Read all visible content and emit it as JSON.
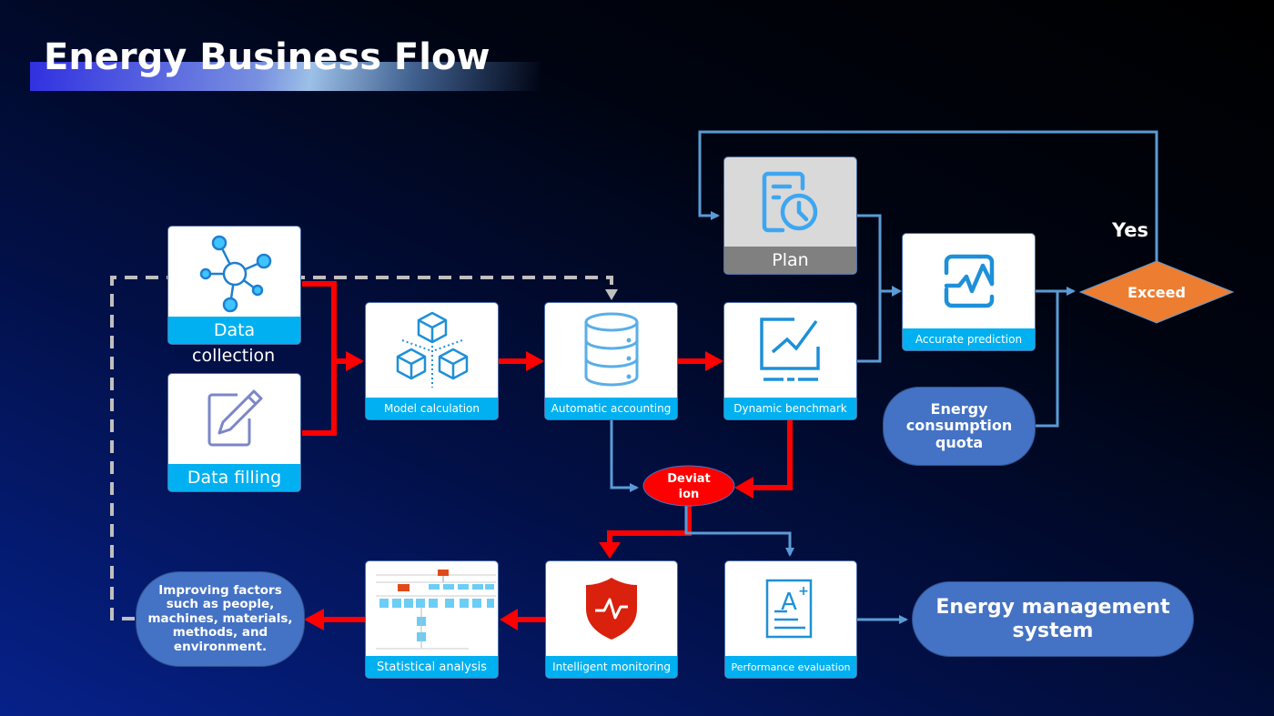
{
  "title": "Energy Business Flow",
  "nodes": {
    "data_collection": {
      "label_line1": "Data",
      "label_line2": "collection",
      "icon": "network-nodes-icon"
    },
    "data_filling": {
      "label": "Data filling",
      "icon": "edit-pencil-icon"
    },
    "model_calculation": {
      "label": "Model calculation",
      "icon": "cubes-icon"
    },
    "automatic_accounting": {
      "label": "Automatic accounting",
      "icon": "database-icon"
    },
    "dynamic_benchmark": {
      "label": "Dynamic benchmark",
      "icon": "trend-chart-icon"
    },
    "plan": {
      "label": "Plan",
      "icon": "document-clock-icon"
    },
    "accurate_prediction": {
      "label": "Accurate prediction",
      "icon": "pulse-chart-icon"
    },
    "exceed": {
      "label": "Exceed"
    },
    "yes_label": "Yes",
    "energy_quota": {
      "line1": "Energy",
      "line2": "consumption",
      "line3": "quota"
    },
    "deviation": {
      "line1": "Deviat",
      "line2": "ion"
    },
    "intelligent_monitoring": {
      "label": "Intelligent monitoring",
      "icon": "shield-heartbeat-icon"
    },
    "performance_evaluation": {
      "label": "Performance evaluation",
      "icon": "graded-document-icon"
    },
    "statistical_analysis": {
      "label": "Statistical analysis",
      "icon": "org-chart-thumbnail"
    },
    "improving_factors": {
      "line1": "Improving factors",
      "line2": "such as people,",
      "line3": "machines, materials,",
      "line4": "methods, and",
      "line5": "environment."
    },
    "energy_management_system": {
      "line1": "Energy management",
      "line2": "system"
    }
  },
  "colors": {
    "red_flow": "#ff0000",
    "blue_flow": "#5b9bd5",
    "dashed_feedback": "#bfbfbf",
    "card_label_bg": "#00b0f0",
    "pill_bg": "#4472c4",
    "decision_bg": "#ed7d31",
    "deviation_bg": "#ff0000"
  }
}
